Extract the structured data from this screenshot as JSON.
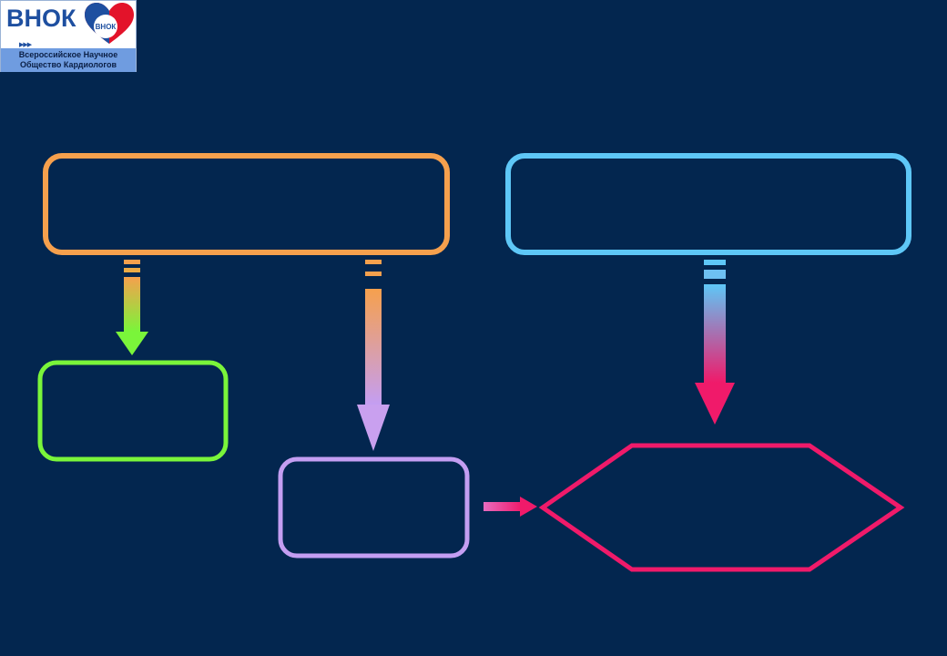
{
  "logo": {
    "brand": "ВНОК",
    "heart_text": "ВНОК",
    "arrows": "▶▶▶",
    "caption_line1": "Всероссийское Научное",
    "caption_line2": "Общество Кардиологов"
  },
  "colors": {
    "background": "#03264f",
    "orange": "#f6a04d",
    "light_blue": "#5ec7f7",
    "green": "#7af53a",
    "lavender": "#c49ef2",
    "pink": "#f01a6a"
  }
}
